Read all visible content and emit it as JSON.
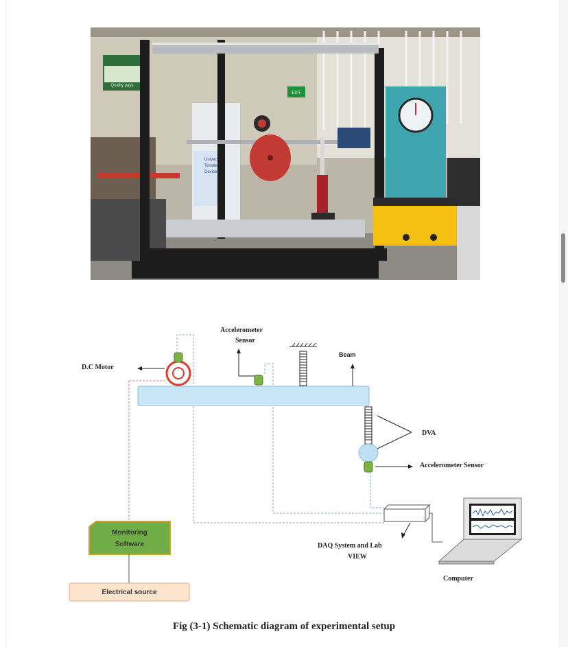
{
  "labels": {
    "dc_motor": "D.C Motor",
    "accelerometer_top_line1": "Accelerometer",
    "accelerometer_top_line2": "Sensor",
    "beam": "Beam",
    "dva": "DVA",
    "accelerometer_right": "Accelerometer Sensor",
    "monitoring_line1": "Monitoring",
    "monitoring_line2": "Software",
    "daq_line1": "DAQ System and Lab",
    "daq_line2": "VIEW",
    "computer": "Computer",
    "electrical_source": "Electrical source"
  },
  "photo_text": {
    "exit_sign": "EXIT",
    "utm_sign_line1": "Universal",
    "utm_sign_line2": "Tensile",
    "utm_sign_line3": "Device",
    "poster": "Quality pays"
  },
  "caption": "Fig (3-1) Schematic diagram of experimental setup",
  "colors": {
    "beam_fill": "#c7e6f6",
    "beam_stroke": "#8fb8d6",
    "sensor_green": "#7cb342",
    "monitoring_fill": "#70ad47",
    "monitoring_stroke": "#d6a020",
    "electrical_fill": "#fde4cf",
    "motor_red": "#e03a2a",
    "dashed_red": "#e07b7b",
    "dashed_blue": "#8aa8c8",
    "mass_blue": "#bfe0f5"
  }
}
